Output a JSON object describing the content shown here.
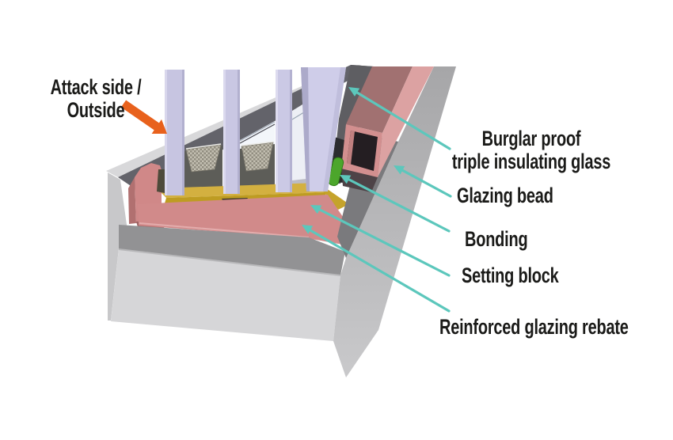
{
  "diagram": {
    "description": "3D cutaway detail of burglar-proof triple insulating glass installed in a reinforced window frame",
    "labels": {
      "attack_line1": "Attack side /",
      "attack_line2": "Outside",
      "glass_line1": "Burglar proof",
      "glass_line2": "triple insulating glass",
      "glazing_bead": "Glazing bead",
      "bonding": "Bonding",
      "setting_block": "Setting block",
      "rebate": "Reinforced glazing rebate"
    },
    "colors": {
      "callout_arrow": "#5CC7BC",
      "attack_arrow": "#E8611C",
      "label_text": "#1A1A18",
      "glass_pane": "#C7C5E1",
      "glazing_bead": "#D28F8F",
      "bonding": "#4CA62B",
      "setting_block": "#C9A22A",
      "glazing_rebate": "#D18A8A",
      "frame": "#D6D6D8",
      "background": "#FFFFFF"
    }
  }
}
